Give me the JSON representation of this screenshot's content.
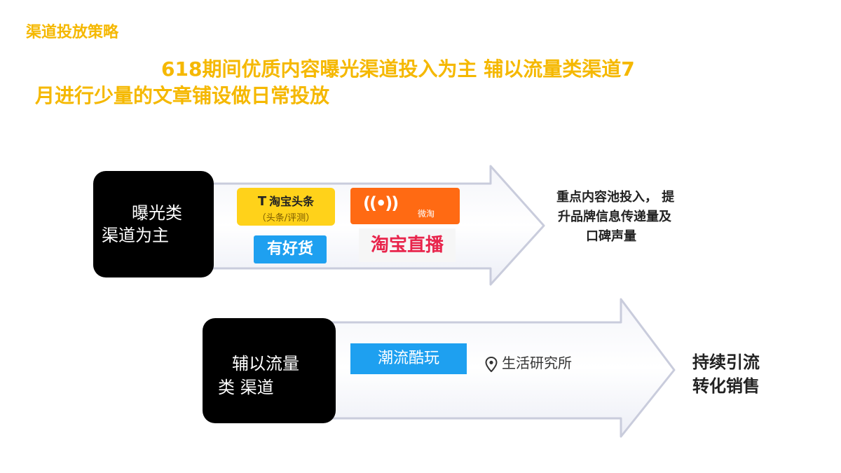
{
  "page": {
    "title": "渠道投放策略",
    "headline_line1": "618期间优质内容曝光渠道投入为主 辅以流量类渠道7",
    "headline_line2": "月进行少量的文章铺设做日常投放"
  },
  "colors": {
    "title": "#f5b800",
    "box": "#000000",
    "arrow_stroke": "#c9ccdc",
    "toutiao_bg": "#ffd21a",
    "weitao_bg": "#ff6a13",
    "youhaohuo_bg": "#1ea0f0",
    "zhibo_text": "#e8244b",
    "chaoliu_bg": "#1ea0f0"
  },
  "flows": [
    {
      "category_line1": "曝光类",
      "category_line2": "渠道为主",
      "channels": {
        "toutiao": {
          "name": "淘宝头条",
          "sub": "（头条/评测）",
          "icon": "toutiao-t-icon"
        },
        "weitao": {
          "name": "微淘",
          "icon": "broadcast-signal-icon"
        },
        "youhaohuo": {
          "name": "有好货"
        },
        "zhibo": {
          "name": "淘宝直播"
        }
      },
      "result_line1": "重点内容池投入， 提",
      "result_line2": "升品牌信息传递量及",
      "result_line3": "口碑声量"
    },
    {
      "category_line1": "辅以流量",
      "category_line2": "类 渠道",
      "channels": {
        "chaoliu": {
          "name": "潮流酷玩"
        },
        "shenghuo": {
          "name": "生活研究所",
          "icon": "map-pin-icon"
        }
      },
      "result_line1": "持续引流",
      "result_line2": "转化销售"
    }
  ]
}
